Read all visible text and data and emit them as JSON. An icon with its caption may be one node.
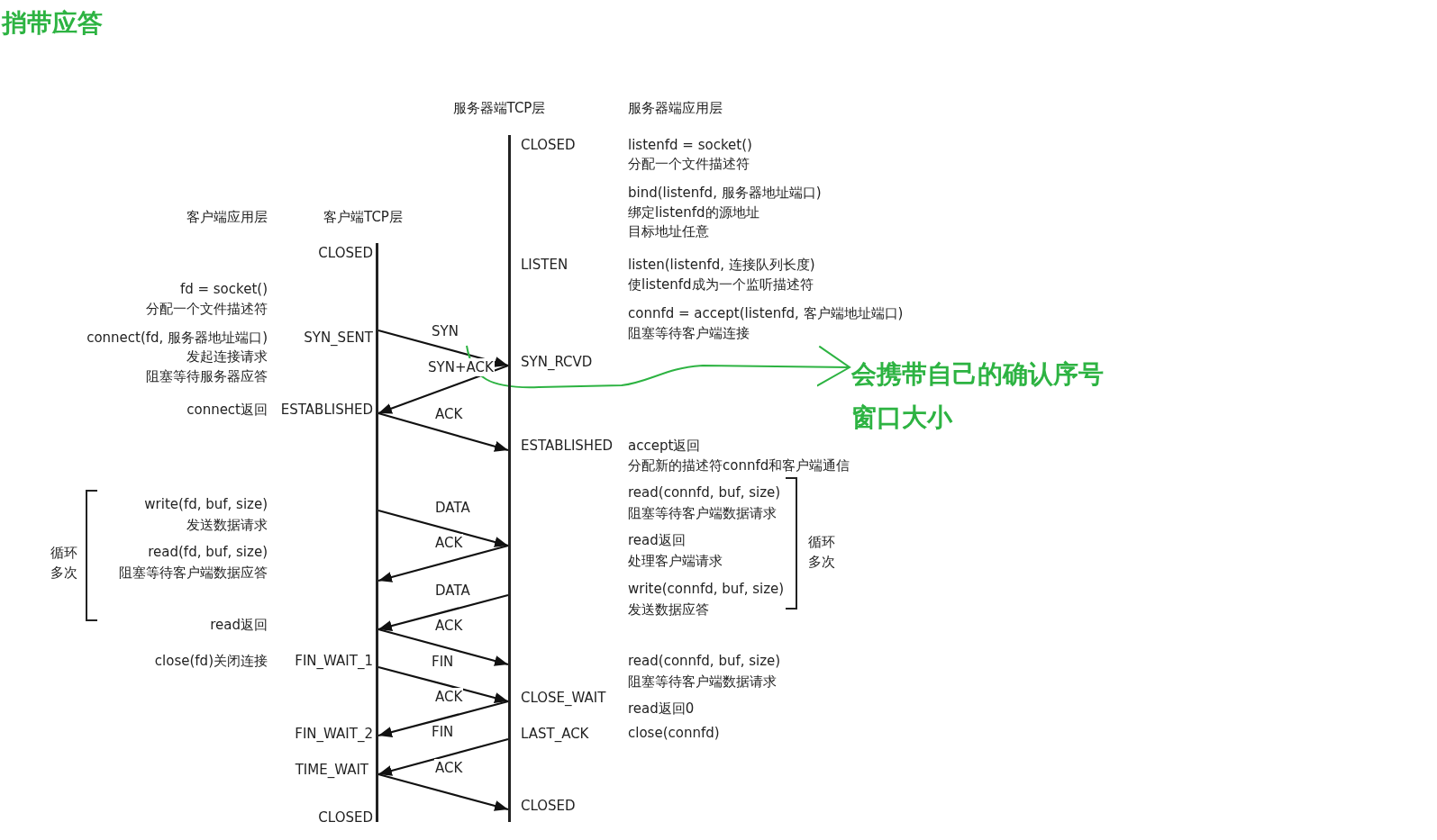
{
  "diagram": {
    "title": "捎带应答",
    "nodes": [
      {
        "text": [
          "客户端TCP层"
        ]
      },
      {
        "text": [
          "服务器端TCP层"
        ]
      },
      {
        "text": [
          "会携带自己的确认序号",
          "窗口大小"
        ]
      }
    ],
    "edges": [
      {
        "from": 0,
        "to": 1,
        "arrow": "to",
        "label": "SYN"
      },
      {
        "from": 1,
        "to": 0,
        "arrow": "to",
        "label": "SYN+ACK"
      },
      {
        "from": 0,
        "to": 1,
        "arrow": "to",
        "label": "ACK"
      },
      {
        "from": 0,
        "to": 1,
        "arrow": "to",
        "label": "DATA"
      },
      {
        "from": 1,
        "to": 0,
        "arrow": "to",
        "label": "ACK"
      },
      {
        "from": 1,
        "to": 0,
        "arrow": "to",
        "label": "DATA"
      },
      {
        "from": 0,
        "to": 1,
        "arrow": "to",
        "label": "ACK"
      },
      {
        "from": 0,
        "to": 1,
        "arrow": "to",
        "label": "FIN"
      },
      {
        "from": 1,
        "to": 0,
        "arrow": "to",
        "label": "ACK"
      },
      {
        "from": 1,
        "to": 0,
        "arrow": "to",
        "label": "FIN"
      },
      {
        "from": 0,
        "to": 1,
        "arrow": "to",
        "label": "ACK"
      },
      {
        "from": null,
        "to": 2,
        "arrow": "to",
        "color": "#2db342"
      }
    ],
    "labels": [
      "服务器端应用层",
      "CLOSED",
      "listenfd = socket()",
      "分配一个文件描述符",
      "bind(listenfd, 服务器地址端口)",
      "绑定listenfd的源地址",
      "目标地址任意",
      "客户端应用层",
      "CLOSED",
      "LISTEN",
      "listen(listenfd, 连接队列长度)",
      "fd = socket()",
      "使listenfd成为一个监听描述符",
      "分配一个文件描述符",
      "connfd = accept(listenfd, 客户端地址端口)",
      "connect(fd, 服务器地址端口)",
      "阻塞等待客户端连接",
      "SYN_SENT",
      "发起连接请求",
      "SYN_RCVD",
      "阻塞等待服务器应答",
      "connect返回",
      "ESTABLISHED",
      "ESTABLISHED",
      "accept返回",
      "分配新的描述符connfd和客户端通信",
      "read(connfd, buf, size)",
      "write(fd, buf, size)",
      "阻塞等待客户端数据请求",
      "发送数据请求",
      "read返回",
      "循环多次",
      "read(fd, buf, size)",
      "循环多次",
      "处理客户端请求",
      "阻塞等待客户端数据应答",
      "write(connfd, buf, size)",
      "发送数据应答",
      "read返回",
      "close(fd)关闭连接",
      "FIN_WAIT_1",
      "read(connfd, buf, size)",
      "阻塞等待客户端数据请求",
      "CLOSE_WAIT",
      "read返回0",
      "FIN_WAIT_2",
      "LAST_ACK",
      "close(connfd)",
      "TIME_WAIT",
      "CLOSED",
      "CLOSED"
    ]
  }
}
